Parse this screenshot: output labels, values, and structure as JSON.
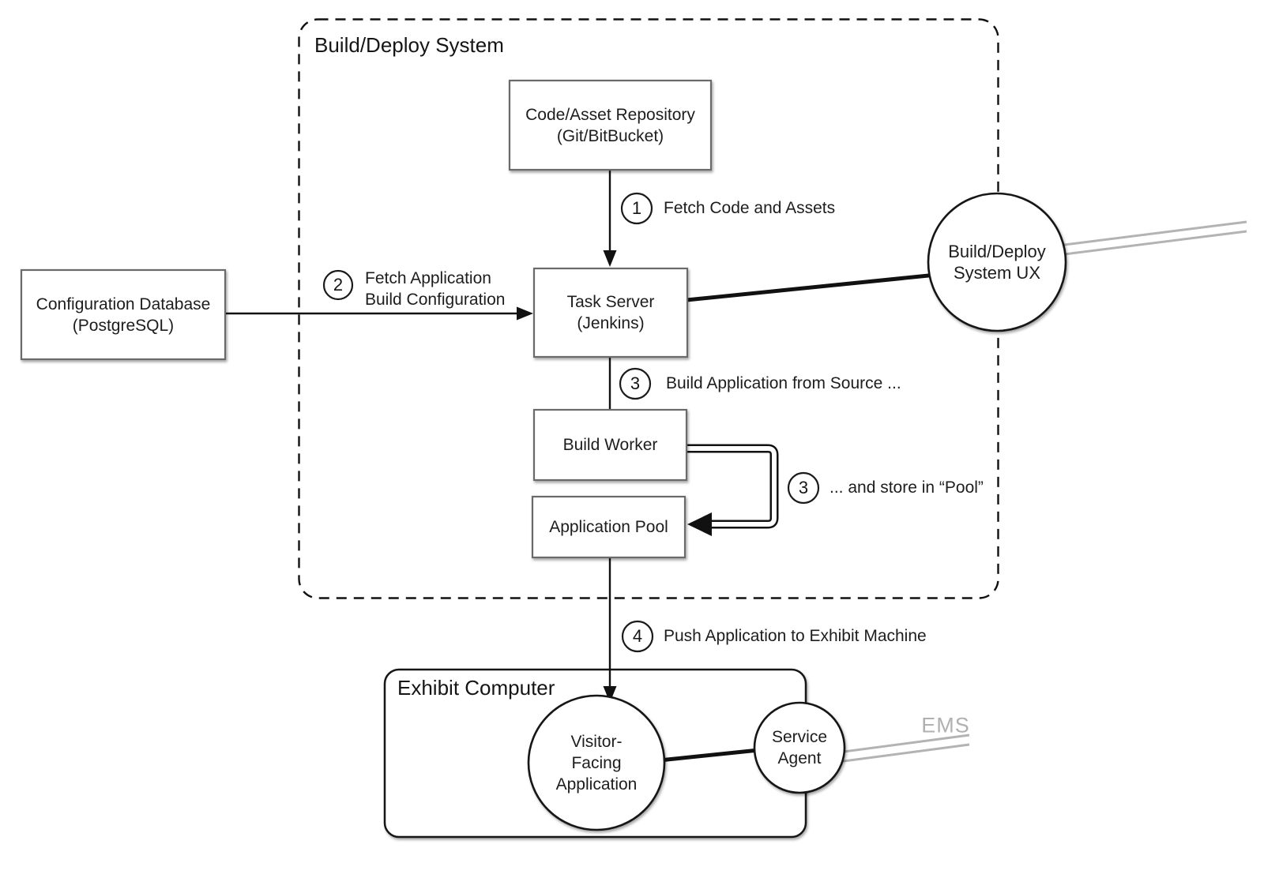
{
  "diagram": {
    "groups": {
      "build_deploy_system": {
        "label": "Build/Deploy System"
      },
      "exhibit_computer": {
        "label": "Exhibit Computer"
      }
    },
    "nodes": {
      "code_asset_repository": {
        "line1": "Code/Asset Repository",
        "line2": "(Git/BitBucket)"
      },
      "configuration_database": {
        "line1": "Configuration Database",
        "line2": "(PostgreSQL)"
      },
      "task_server": {
        "line1": "Task Server",
        "line2": "(Jenkins)"
      },
      "build_worker": {
        "label": "Build Worker"
      },
      "application_pool": {
        "label": "Application Pool"
      },
      "build_deploy_system_ux": {
        "line1": "Build/Deploy",
        "line2": "System UX"
      },
      "visitor_facing_application": {
        "line1": "Visitor-",
        "line2": "Facing",
        "line3": "Application"
      },
      "service_agent": {
        "line1": "Service",
        "line2": "Agent"
      }
    },
    "steps": {
      "step1": {
        "number": "1",
        "label": "Fetch Code and Assets"
      },
      "step2": {
        "number": "2",
        "label_line1": "Fetch Application",
        "label_line2": "Build Configuration"
      },
      "step3a": {
        "number": "3",
        "label": "Build Application from Source ..."
      },
      "step3b": {
        "number": "3",
        "label": "... and store  in “Pool”"
      },
      "step4": {
        "number": "4",
        "label": "Push Application to Exhibit Machine"
      }
    },
    "external": {
      "ems_label": "EMS"
    },
    "colors": {
      "box_border_gray": "#6a6a6a",
      "shape_border_black": "#151515",
      "link_gray": "#b3b3b3",
      "text": "#1d1d1d",
      "background": "#ffffff"
    }
  }
}
